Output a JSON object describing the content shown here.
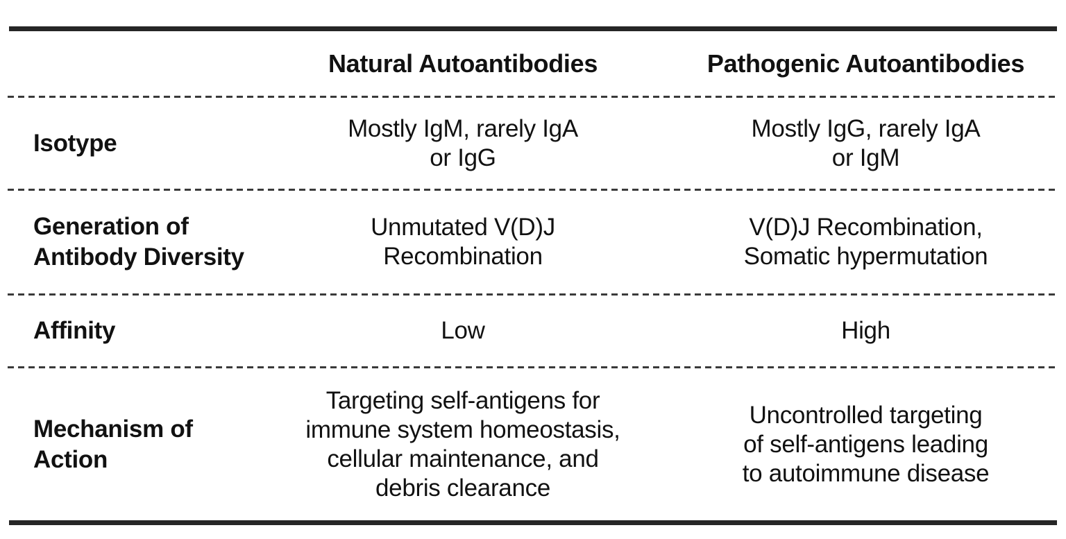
{
  "table": {
    "columns": [
      "",
      "Natural Autoantibodies",
      "Pathogenic Autoantibodies"
    ],
    "rows": [
      {
        "label": "Isotype",
        "natural": "Mostly IgM, rarely IgA\nor IgG",
        "pathogenic": "Mostly IgG, rarely IgA\nor IgM"
      },
      {
        "label": "Generation of\nAntibody Diversity",
        "natural": "Unmutated V(D)J\nRecombination",
        "pathogenic": "V(D)J Recombination,\nSomatic hypermutation"
      },
      {
        "label": "Affinity",
        "natural": "Low",
        "pathogenic": "High"
      },
      {
        "label": "Mechanism of\nAction",
        "natural": "Targeting self-antigens for\nimmune system homeostasis,\ncellular maintenance, and\ndebris clearance",
        "pathogenic": "Uncontrolled targeting\nof self-antigens leading\nto autoimmune disease"
      }
    ]
  },
  "chart_data": {
    "type": "table",
    "title": "",
    "columns": [
      "",
      "Natural Autoantibodies",
      "Pathogenic Autoantibodies"
    ],
    "rows": [
      [
        "Isotype",
        "Mostly IgM, rarely IgA or IgG",
        "Mostly IgG, rarely IgA or IgM"
      ],
      [
        "Generation of Antibody Diversity",
        "Unmutated V(D)J Recombination",
        "V(D)J Recombination, Somatic hypermutation"
      ],
      [
        "Affinity",
        "Low",
        "High"
      ],
      [
        "Mechanism of Action",
        "Targeting self-antigens for immune system homeostasis, cellular maintenance, and debris clearance",
        "Uncontrolled targeting of self-antigens leading to autoimmune disease"
      ]
    ],
    "layout_hints": {
      "top_bottom_rules": "thick solid",
      "row_separators": "dashed",
      "row_label_alignment": "left bold",
      "cell_alignment": "center"
    }
  },
  "colors": {
    "background": "#ffffff",
    "text": "#111111",
    "thick_rule": "#262626",
    "dashed_rule": "#3a3a3a"
  }
}
